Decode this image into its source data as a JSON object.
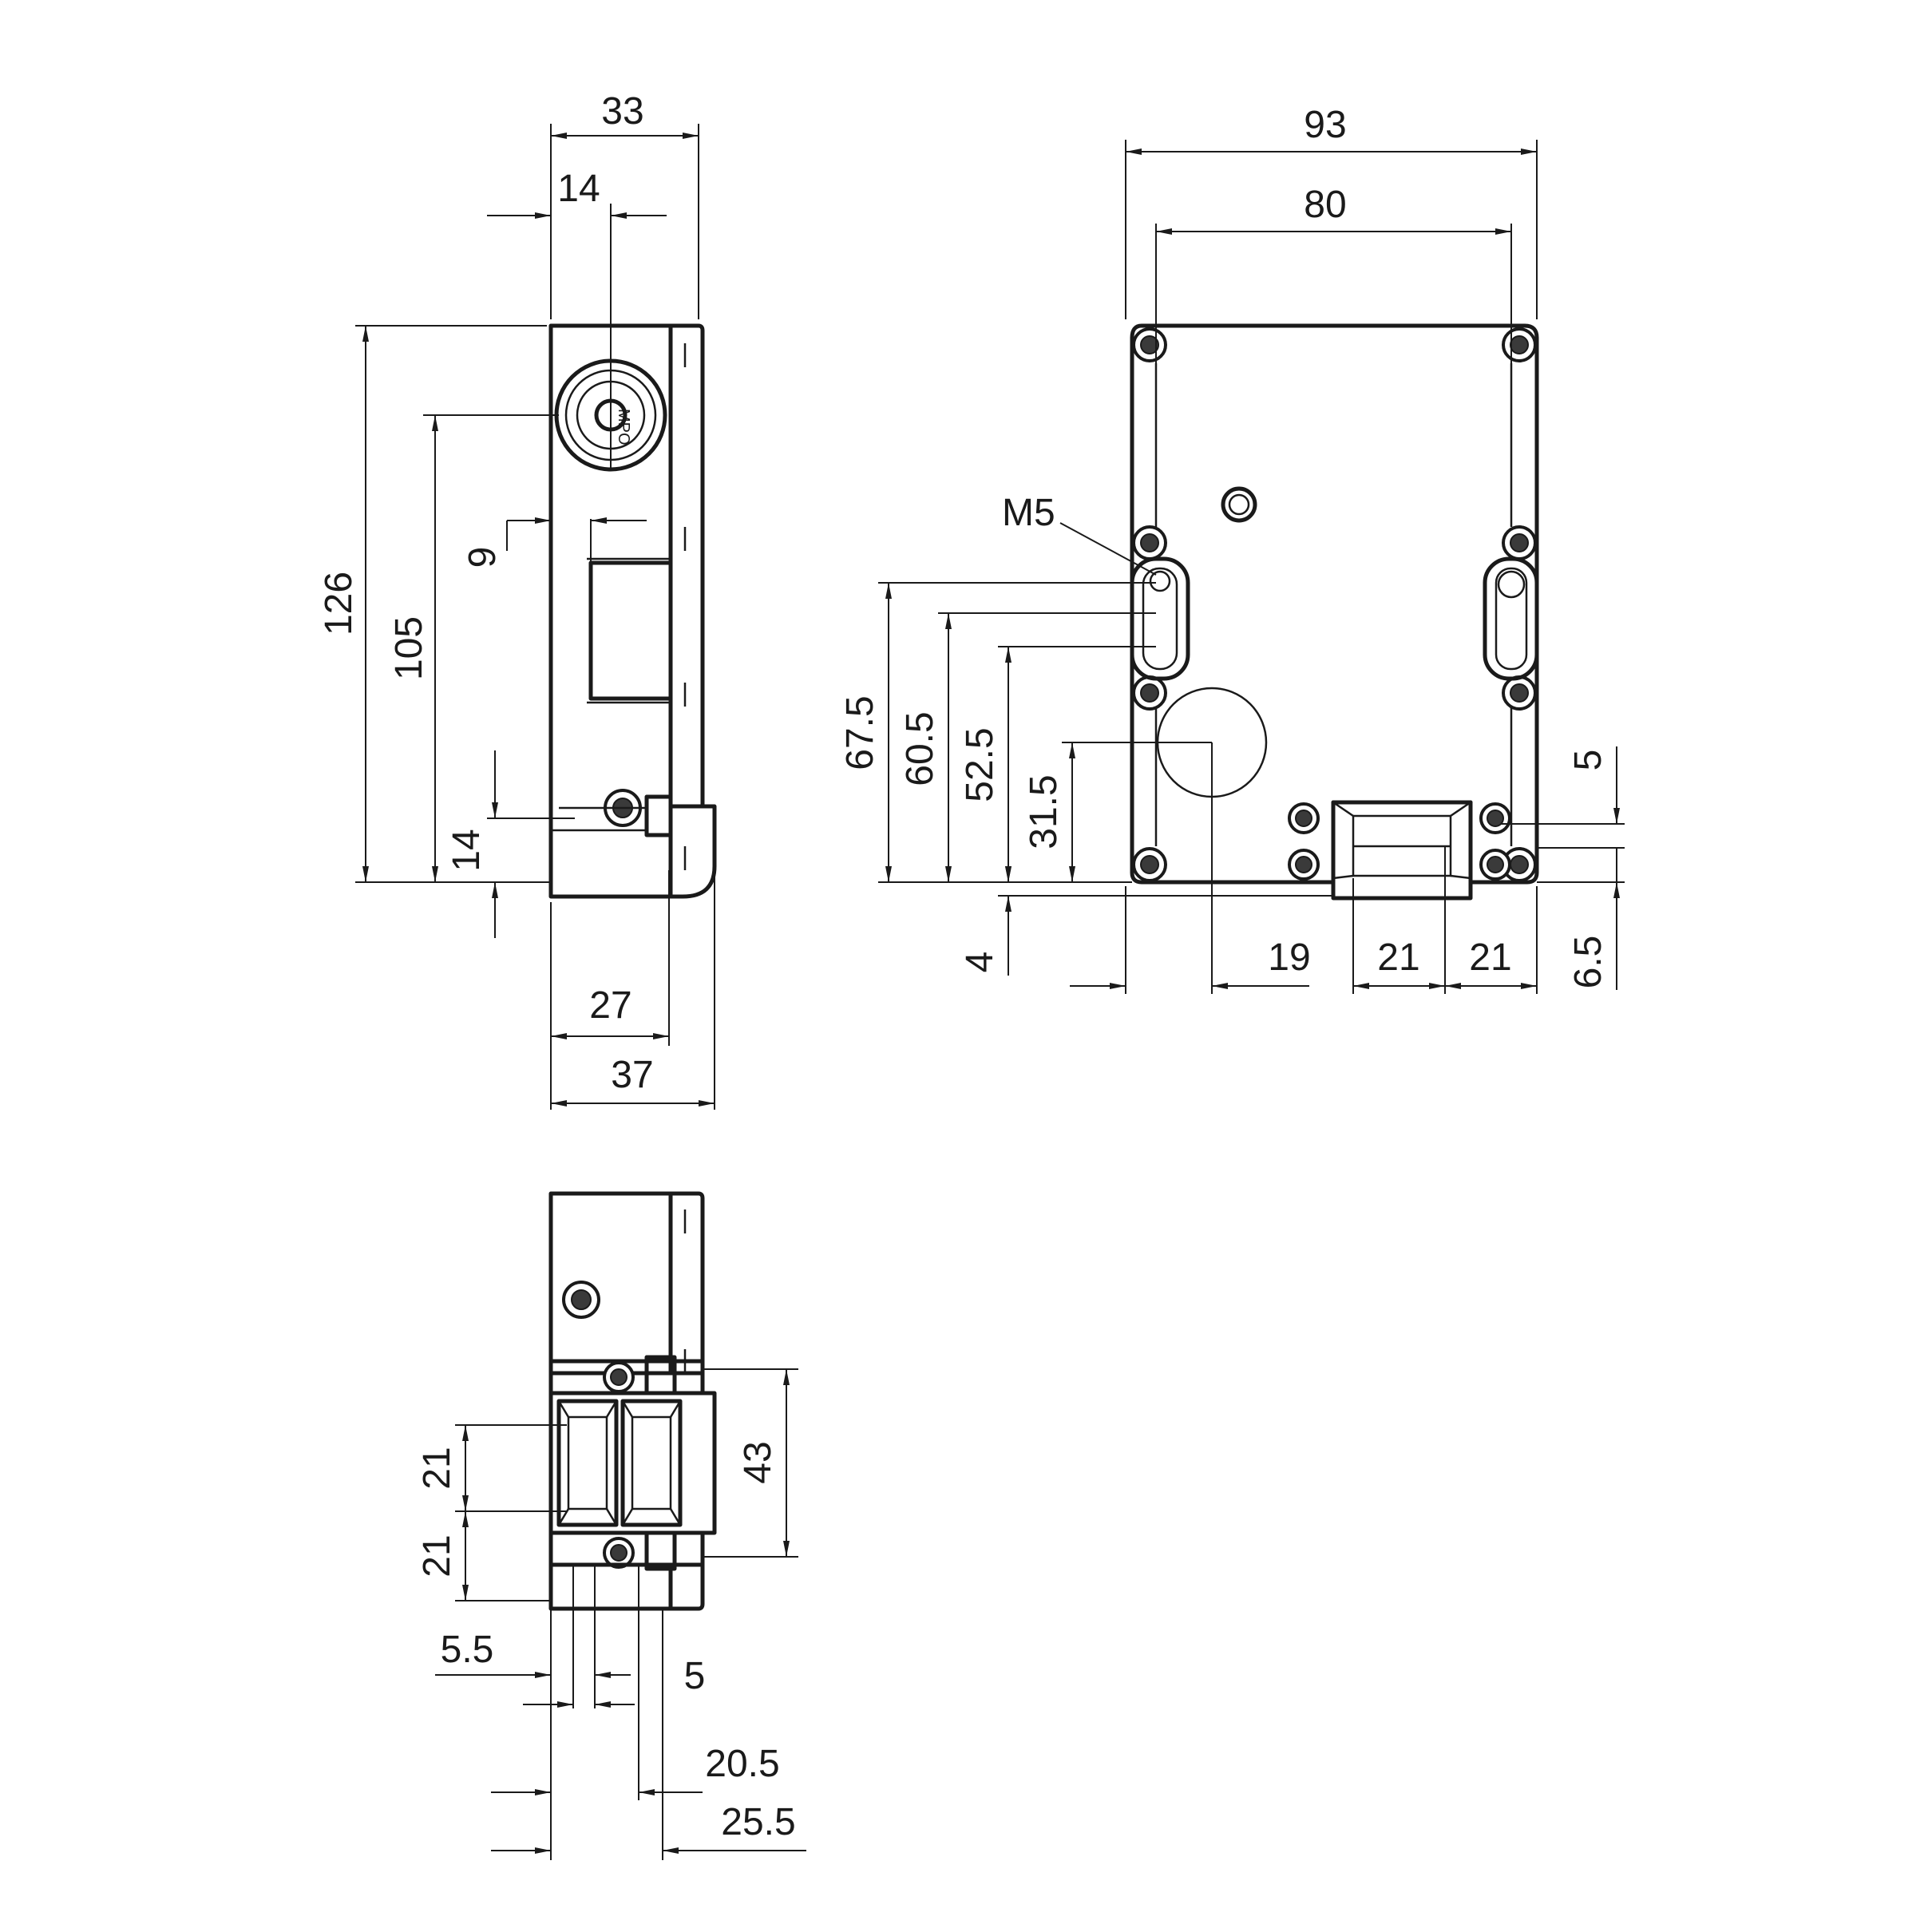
{
  "side_view": {
    "connector_label": "MPO",
    "dims": {
      "width_total": "33",
      "connector_offset": "14",
      "height_total": "126",
      "connector_height": "105",
      "slot_offset": "9",
      "bottom_screw_offset": "14",
      "base_depth": "27",
      "bracket_depth": "37"
    }
  },
  "front_view": {
    "thread_label": "M5",
    "dims": {
      "width_total": "93",
      "hole_spacing": "80",
      "slot_top": "67.5",
      "slot_mid": "60.5",
      "slot_bottom": "52.5",
      "circle_height": "31.5",
      "bottom_offset": "4",
      "circle_offset_x": "19",
      "actuator_width_left": "21",
      "actuator_width_right": "21",
      "right_offset_top": "5",
      "right_offset_bottom": "6.5"
    }
  },
  "bottom_view": {
    "dims": {
      "actuator_upper": "21",
      "actuator_lower": "21",
      "bracket_height": "43",
      "gap_left": "5.5",
      "gap_right": "5",
      "depth_a": "20.5",
      "depth_b": "25.5"
    }
  }
}
